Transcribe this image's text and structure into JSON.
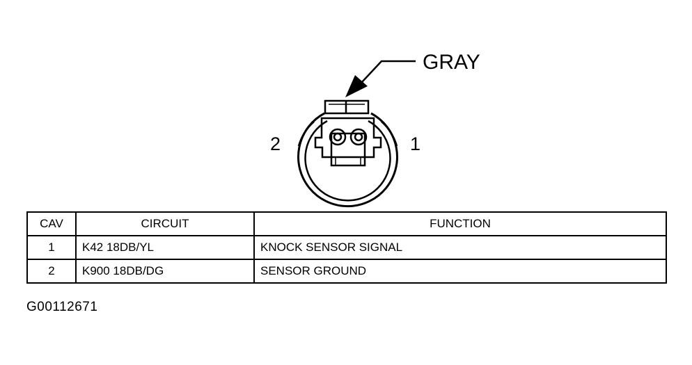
{
  "connector": {
    "color_label": "GRAY",
    "pin_left_label": "2",
    "pin_right_label": "1"
  },
  "table": {
    "headers": {
      "cav": "CAV",
      "circuit": "CIRCUIT",
      "function": "FUNCTION"
    },
    "rows": [
      {
        "cav": "1",
        "circuit": "K42 18DB/YL",
        "function": "KNOCK SENSOR SIGNAL"
      },
      {
        "cav": "2",
        "circuit": "K900 18DB/DG",
        "function": "SENSOR GROUND"
      }
    ]
  },
  "figure_id": "G00112671"
}
